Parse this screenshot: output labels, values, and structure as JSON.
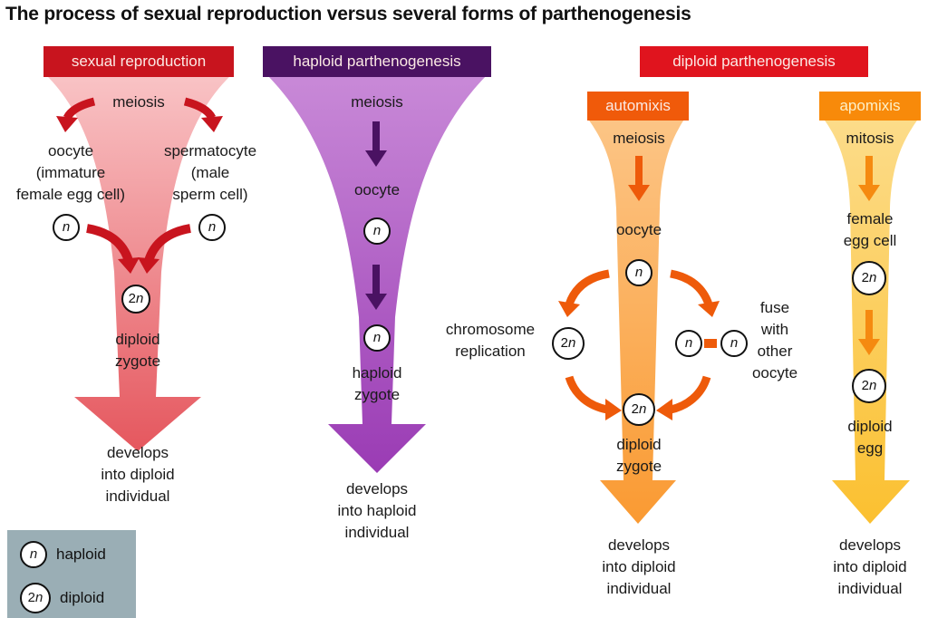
{
  "title": "The process of sexual reproduction versus several forms of parthenogenesis",
  "colors": {
    "sexual_header": "#c8141e",
    "sexual_funnel": "#f08a8f",
    "sexual_arrow": "#c8141e",
    "haploid_header": "#4a1262",
    "haploid_funnel": "#b264c8",
    "haploid_arrow": "#4a1262",
    "diploid_header": "#e0141e",
    "automixis_header": "#f05a0a",
    "automixis_funnel": "#fba84a",
    "automixis_arrow": "#ee5a0a",
    "apomixis_header": "#f88a0a",
    "apomixis_funnel": "#fcc63e",
    "apomixis_arrow": "#f58a10",
    "legend_bg": "#9aaeb5"
  },
  "sexual": {
    "header": "sexual reproduction",
    "step1": "meiosis",
    "left_cell": [
      "oocyte",
      "(immature",
      "female egg cell)"
    ],
    "right_cell": [
      "spermatocyte",
      "(male",
      "sperm cell)"
    ],
    "left_ploidy": "n",
    "right_ploidy": "n",
    "zygote_ploidy": "2n",
    "zygote": [
      "diploid",
      "zygote"
    ],
    "outcome": [
      "develops",
      "into diploid",
      "individual"
    ]
  },
  "haploid": {
    "header": "haploid parthenogenesis",
    "step1": "meiosis",
    "step2": "oocyte",
    "oocyte_ploidy": "n",
    "zygote_ploidy": "n",
    "zygote": [
      "haploid",
      "zygote"
    ],
    "outcome": [
      "develops",
      "into haploid",
      "individual"
    ]
  },
  "diploid": {
    "header": "diploid parthenogenesis",
    "automixis": {
      "header": "automixis",
      "step1": "meiosis",
      "step2": "oocyte",
      "oocyte_ploidy": "n",
      "left_branch_label": [
        "chromosome",
        "replication"
      ],
      "left_ploidy": "2n",
      "right_ploidy_a": "n",
      "right_ploidy_b": "n",
      "right_branch_label": [
        "fuse",
        "with",
        "other",
        "oocyte"
      ],
      "zygote_ploidy": "2n",
      "zygote": [
        "diploid",
        "zygote"
      ],
      "outcome": [
        "develops",
        "into diploid",
        "individual"
      ]
    },
    "apomixis": {
      "header": "apomixis",
      "step1": "mitosis",
      "step2": [
        "female",
        "egg cell"
      ],
      "egg_ploidy": "2n",
      "result_ploidy": "2n",
      "result": [
        "diploid",
        "egg"
      ],
      "outcome": [
        "develops",
        "into diploid",
        "individual"
      ]
    }
  },
  "legend": {
    "items": [
      {
        "symbol": "n",
        "label": "haploid"
      },
      {
        "symbol": "2n",
        "label": "diploid"
      }
    ]
  }
}
